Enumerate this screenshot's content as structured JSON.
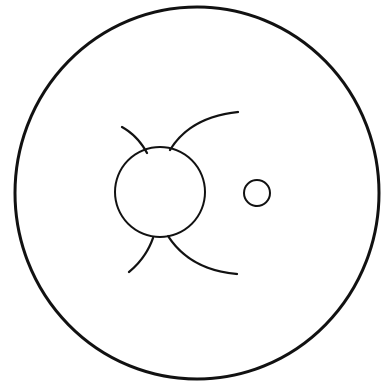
{
  "diagram": {
    "type": "line-drawing",
    "elements": [
      "outer-circle",
      "inner-circle",
      "small-circle",
      "upper-left-arc",
      "upper-right-arc",
      "lower-left-arc",
      "lower-right-arc"
    ]
  },
  "colors": {
    "background": "#ffffff",
    "stroke": "#111111"
  }
}
